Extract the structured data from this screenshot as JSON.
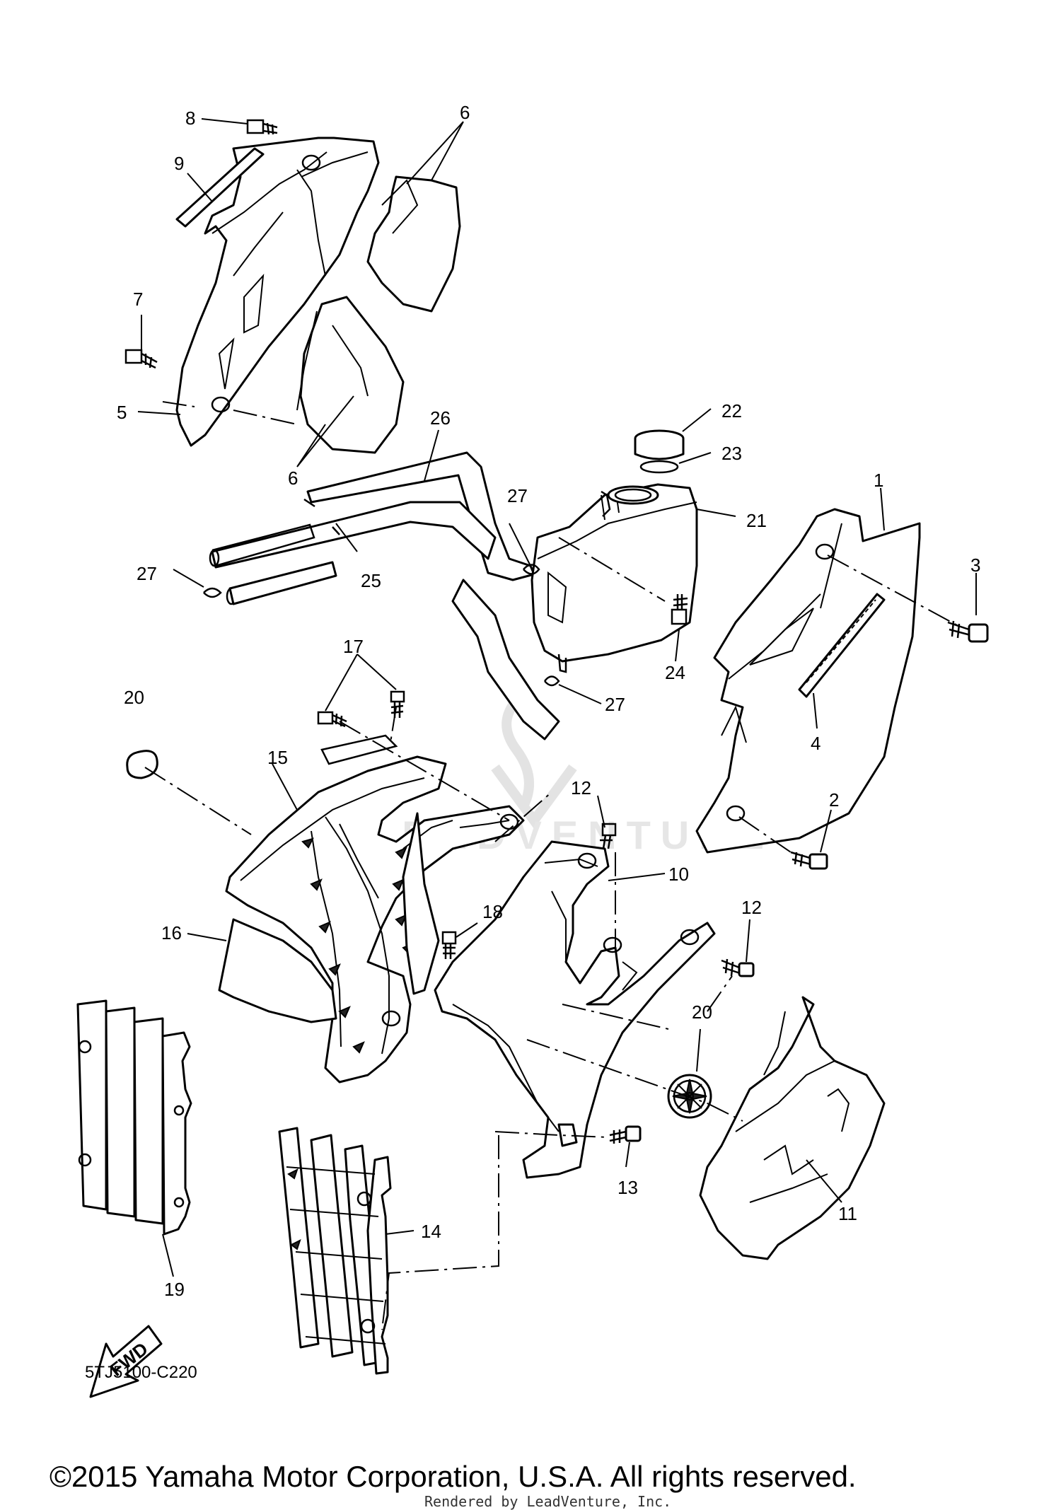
{
  "diagram": {
    "code": "5TJ5100-C220",
    "copyright": "©2015 Yamaha Motor Corporation, U.S.A. All rights reserved.",
    "rendered_by": "Rendered by LeadVenture, Inc.",
    "watermark": "LEADVENTURE",
    "fwd_label": "FWD"
  },
  "callouts": {
    "c1": "1",
    "c2": "2",
    "c3": "3",
    "c4": "4",
    "c5": "5",
    "c6a": "6",
    "c6b": "6",
    "c7": "7",
    "c8": "8",
    "c9": "9",
    "c10": "10",
    "c11": "11",
    "c12a": "12",
    "c12b": "12",
    "c13": "13",
    "c14": "14",
    "c15": "15",
    "c16": "16",
    "c17": "17",
    "c18": "18",
    "c19": "19",
    "c20a": "20",
    "c20b": "20",
    "c21": "21",
    "c22": "22",
    "c23": "23",
    "c24": "24",
    "c25": "25",
    "c26": "26",
    "c27a": "27",
    "c27b": "27",
    "c27c": "27"
  }
}
